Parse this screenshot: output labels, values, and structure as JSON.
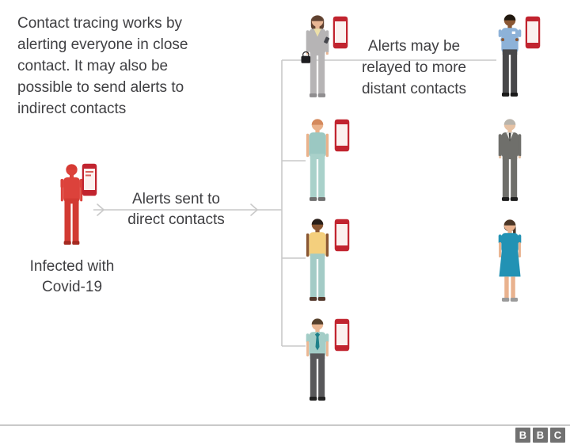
{
  "colors": {
    "text": "#3f3f42",
    "line": "#c9c9c9",
    "bbc_grey": "#717171"
  },
  "intro_text": "Contact tracing works by\nalerting everyone in close\ncontact. It may also be\npossible to send alerts to\nindirect contacts",
  "infected_label": "Infected with\nCovid-19",
  "direct_label": "Alerts sent to\ndirect contacts",
  "distant_label": "Alerts may be\nrelayed to more\ndistant contacts",
  "footer": {
    "letters": [
      "B",
      "B",
      "C"
    ]
  },
  "phone_icon": {
    "body": "#c1242f",
    "screen": "#fbf1ef",
    "marks_color": "#d9625c"
  },
  "figures": {
    "infected": {
      "skin": "#dc423b",
      "hair": "#d63a33",
      "hair_style": "short",
      "sleeve": "short",
      "top": "#dc423b",
      "bottom": "#d23a33",
      "shoes": "#a52a21"
    },
    "businesswoman": {
      "skin": "#e9b694",
      "hair": "#5f4130",
      "hair_style": "long",
      "sleeve": "long",
      "top": "#b6b4b5",
      "bottom": "#b6b4b5",
      "shoes": "#8f8d8f",
      "vneck": "#ecdfa8",
      "handbag": true,
      "hand_phone": true
    },
    "teal_top_person": {
      "skin": "#eab28b",
      "hair": "#d4895c",
      "hair_style": "short",
      "sleeve": "none",
      "top": "#9bc8c2",
      "bottom": "#a9d1ca",
      "shoes": "#707070"
    },
    "yellow_top_person": {
      "skin": "#8a5733",
      "hair": "#281f1a",
      "hair_style": "short",
      "sleeve": "none",
      "top": "#f4cf7d",
      "bottom": "#a3cbc6",
      "shoes": "#53382b"
    },
    "tie_man": {
      "skin": "#eab793",
      "hair": "#55402c",
      "hair_style": "short",
      "sleeve": "short",
      "top": "#a3cdc7",
      "bottom": "#58585a",
      "shoes": "#222222",
      "tie_style": "wide",
      "tie_color": "#1f8089"
    },
    "crossed_arms_man": {
      "skin": "#8a5733",
      "hair": "#20180f",
      "hair_style": "short",
      "sleeve": "short",
      "top": "#8db2d8",
      "bottom": "#48484a",
      "shoes": "#1a1a1a",
      "crossed": true,
      "badge": true
    },
    "grey_suit_man": {
      "skin": "#e6c2a4",
      "hair": "#b8b4ac",
      "hair_style": "short",
      "sleeve": "long",
      "top": "#6f6f6b",
      "bottom": "#6f6f6b",
      "shoes": "#1e1e1e",
      "vneck": "#e9e9e5",
      "tie_style": "thin",
      "tie_color": "#3c3c3a"
    },
    "nurse": {
      "skin": "#e9b28e",
      "hair": "#4a3525",
      "hair_style": "ponytail",
      "sleeve": "short",
      "top": "#2292b4",
      "bottom": "#2292b4",
      "shoes": "#9a9a9a",
      "dress": true
    }
  }
}
